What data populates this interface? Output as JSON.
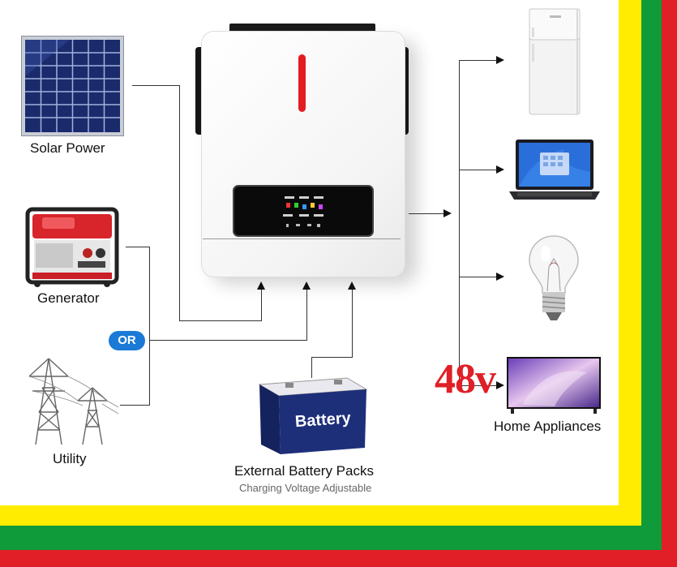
{
  "sources": {
    "solar_label": "Solar Power",
    "generator_label": "Generator",
    "utility_label": "Utility",
    "or_badge": "OR"
  },
  "battery": {
    "title": "External Battery Packs",
    "subtitle": "Charging Voltage Adjustable",
    "body_text": "Battery"
  },
  "outputs": {
    "label": "Home Appliances",
    "voltage": "48v"
  },
  "colors": {
    "frame_red": "#e01f26",
    "frame_green": "#0f9b3a",
    "frame_yellow": "#ffec00",
    "or_badge_blue": "#1a7ad6",
    "battery_blue": "#1e2f7a"
  },
  "icons": [
    "solar-panel-icon",
    "generator-icon",
    "power-pylon-icon",
    "inverter-icon",
    "battery-icon",
    "refrigerator-icon",
    "laptop-icon",
    "light-bulb-icon",
    "television-icon"
  ]
}
